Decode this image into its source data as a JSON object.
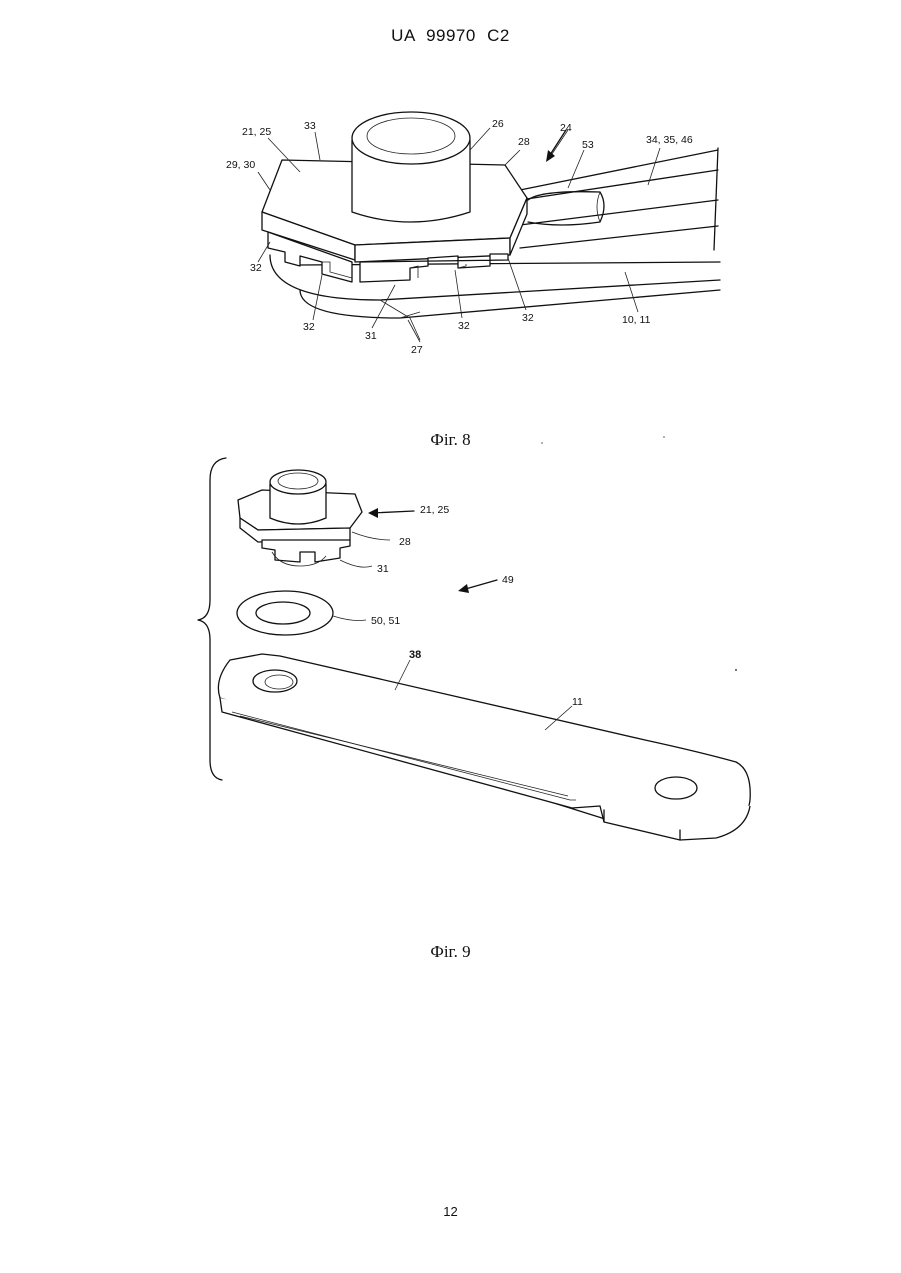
{
  "header": {
    "doc_number": "UA  99970  C2"
  },
  "figure8": {
    "caption": "Фіг. 8",
    "labels": {
      "l_21_25": "21, 25",
      "l_33": "33",
      "l_26": "26",
      "l_24": "24",
      "l_28": "28",
      "l_53": "53",
      "l_34_35_46": "34, 35, 46",
      "l_29_30": "29, 30",
      "l_32_a": "32",
      "l_32_b": "32",
      "l_31": "31",
      "l_32_c": "32",
      "l_32_d": "32",
      "l_10_11": "10, 11",
      "l_27": "27"
    }
  },
  "figure9": {
    "caption": "Фіг. 9",
    "labels": {
      "l_21_25": "21, 25",
      "l_28": "28",
      "l_31": "31",
      "l_49": "49",
      "l_50_51": "50, 51",
      "l_38": "38",
      "l_11": "11"
    }
  },
  "footer": {
    "page_number": "12"
  }
}
